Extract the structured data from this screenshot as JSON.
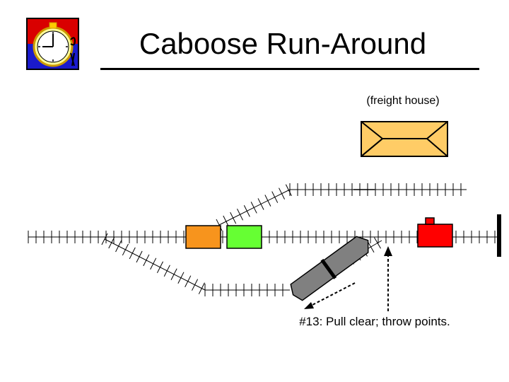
{
  "title": "Caboose Run-Around",
  "freight_house_label": "(freight house)",
  "step_note": "#13:  Pull clear; throw points.",
  "colors": {
    "orange_car": "#f7941d",
    "green_car": "#66ff33",
    "red_car": "#ff0000",
    "caboose": "#808080",
    "freight_house": "#ffcc66",
    "clock_top": "#d90000",
    "clock_bottom": "#1a1acc",
    "clock_face": "#ffff99"
  },
  "icons": {
    "clock": "stopwatch-icon"
  }
}
